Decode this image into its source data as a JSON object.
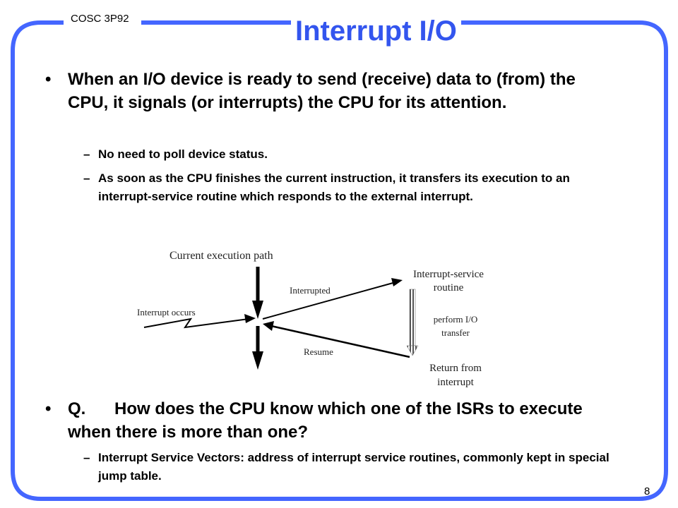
{
  "header": {
    "course": "COSC 3P92",
    "title": "Interrupt I/O",
    "page": "8"
  },
  "colors": {
    "frame": "#4466ff",
    "title": "#3355ee",
    "text": "#000000"
  },
  "bullets": [
    {
      "text": "When an I/O device is ready to send (receive) data to (from) the CPU, it signals (or interrupts) the CPU for its attention.",
      "subs": [
        "No need to poll device status.",
        "As soon as the CPU finishes the current instruction, it transfers its execution to an interrupt-service routine which responds to the external interrupt."
      ]
    },
    {
      "lead": "Q.",
      "text": "How does the CPU know which one of the ISRs to execute when there is more than one?",
      "subs": [
        "Interrupt Service Vectors: address of interrupt service routines, commonly kept in special jump table."
      ]
    }
  ],
  "diagram": {
    "current_path": "Current execution path",
    "interrupt_occurs": "Interrupt occurs",
    "interrupted": "Interrupted",
    "isr_line1": "Interrupt-service",
    "isr_line2": "routine",
    "perform_line1": "perform I/O",
    "perform_line2": "transfer",
    "resume": "Resume",
    "return_line1": "Return from",
    "return_line2": "interrupt"
  }
}
